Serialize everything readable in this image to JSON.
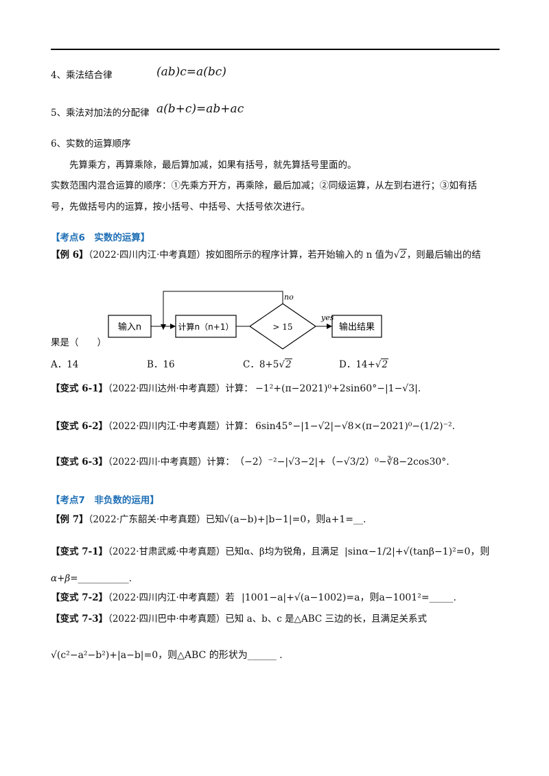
{
  "laws": [
    {
      "num": "4、乘法结合律",
      "formula": "(ab)c=a(bc)"
    },
    {
      "num": "5、乘法对加法的分配律",
      "formula": "a(b+c)=ab+ac"
    }
  ],
  "order": {
    "title": "6、实数的运算顺序",
    "line1": "先算乘方，再算乘除，最后算加减，如果有括号，就先算括号里面的。",
    "line2": "实数范围内混合运算的顺序：①先乘方开方，再乘除，最后加减；②同级运算，从左到右进行；③如有括",
    "line3": "号，先做括号内的运算，按小括号、中括号、大括号依次进行。"
  },
  "section6": {
    "label": "【考点6　实数的运算】"
  },
  "example6": {
    "tag": "【例 6】",
    "text": "（2022·四川内江·中考真题）按如图所示的程序计算，若开始输入的 n 值为",
    "sqrt_val": "2",
    "tail": "，则最后输出的结",
    "tail2": "果是（　　）",
    "flow": {
      "input": "输入n",
      "calc": "计算n（n+1）",
      "cond": "> 15",
      "yes": "yes",
      "no": "no",
      "output": "输出结果"
    },
    "options": [
      {
        "label": "A．14"
      },
      {
        "label": "B．16"
      },
      {
        "label": "C．8+5",
        "sqrt": "2"
      },
      {
        "label": "D．14+",
        "sqrt": "2"
      }
    ]
  },
  "v61": {
    "tag": "【变式 6-1】",
    "src": "（2022·四川达州·中考真题）计算：",
    "expr": "−1²+(π−2021)⁰+2sin60°−|1−√3|."
  },
  "v62": {
    "tag": "【变式 6-2】",
    "src": "（2022·四川内江·中考真题）计算：",
    "expr": "6sin45°−|1−√2|−√8×(π−2021)⁰−(1/2)⁻²."
  },
  "v63": {
    "tag": "【变式 6-3】",
    "src": "（2022·四川·中考真题）计算：",
    "expr": "（−2）⁻²−|√3−2|+（−√3/2）⁰−∛8−2cos30°."
  },
  "section7": {
    "label": "【考点7　非负数的运用】"
  },
  "example7": {
    "tag": "【例 7】",
    "src": "（2022·广东韶关·中考真题）已知",
    "expr": "√(a−b)+|b−1|=0，则a+1=__."
  },
  "v71": {
    "tag": "【变式 7-1】",
    "src": "（2022·甘肃武威·中考真题）已知α、β均为锐角，且满足",
    "expr": "|sinα−1/2|+√(tanβ−1)²=0，则",
    "line2": "α+β=___________."
  },
  "v72": {
    "tag": "【变式 7-2】",
    "src": "（2022·四川内江·中考真题）若",
    "expr": "|1001−a|+√(a−1002)=a，则a−1001²=_____."
  },
  "v73": {
    "tag": "【变式 7-3】",
    "src": "（2022·四川巴中·中考真题）已知 a、b、c 是△ABC 三边的长，且满足关系式",
    "expr": "√(c²−a²−b²)+|a−b|=0，则△ABC 的形状为______ ."
  }
}
